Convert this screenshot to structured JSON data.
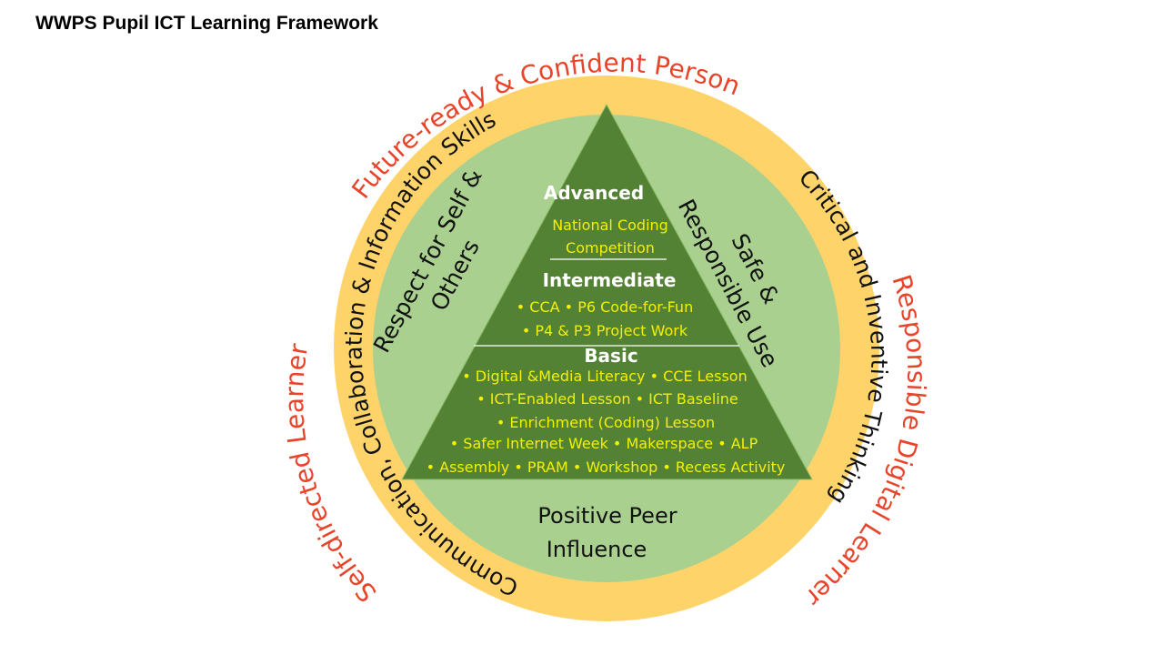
{
  "title": "WWPS Pupil ICT Learning Framework",
  "colors": {
    "outer_ring": "#fed46a",
    "inner_circle": "#a9d08e",
    "triangle": "#548235",
    "red_text": "#e8442a",
    "yellow_text": "#f3f000"
  },
  "outcomes": {
    "top": "Future-ready & Confident Person",
    "left": "Self-directed Learner",
    "right": "Responsible Digital Learner"
  },
  "competencies": {
    "left": "Communication, Collaboration & Information Skills",
    "right": "Critical and Inventive Thinking"
  },
  "values": {
    "left_line1": "Respect for Self &",
    "left_line2": "Others",
    "right_line1": "Safe &",
    "right_line2": "Responsible Use",
    "bottom_line1": "Positive Peer",
    "bottom_line2": "Influence"
  },
  "levels": {
    "advanced": {
      "title": "Advanced",
      "lines": [
        "National Coding",
        "Competition"
      ]
    },
    "intermediate": {
      "title": "Intermediate",
      "lines": [
        "• CCA • P6 Code-for-Fun",
        "• P4 & P3 Project Work"
      ]
    },
    "basic": {
      "title": "Basic",
      "lines": [
        "• Digital &Media Literacy • CCE Lesson",
        "• ICT-Enabled Lesson • ICT Baseline",
        "• Enrichment (Coding) Lesson",
        "• Safer Internet Week • Makerspace • ALP",
        "• Assembly • PRAM • Workshop • Recess Activity"
      ]
    }
  }
}
